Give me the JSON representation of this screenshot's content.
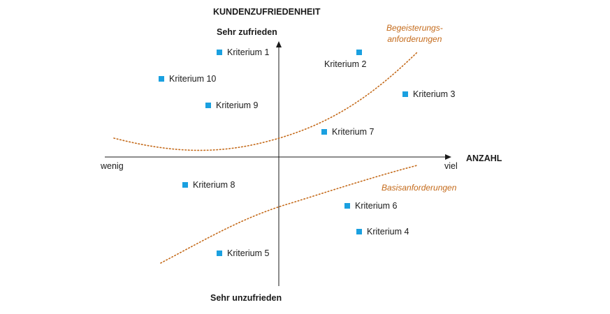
{
  "axis": {
    "y_title": "KUNDENZUFRIEDENHEIT",
    "y_top": "Sehr zufrieden",
    "y_bottom": "Sehr unzufrieden",
    "x_title": "ANZAHL",
    "x_left": "wenig",
    "x_right": "viel"
  },
  "curves": {
    "upper_line1": "Begeisterungs-",
    "upper_line2": "anforderungen",
    "lower": "Basisanforderungen"
  },
  "criteria": [
    {
      "label": "Kriterium 1"
    },
    {
      "label": "Kriterium 2"
    },
    {
      "label": "Kriterium 3"
    },
    {
      "label": "Kriterium 4"
    },
    {
      "label": "Kriterium 5"
    },
    {
      "label": "Kriterium 6"
    },
    {
      "label": "Kriterium 7"
    },
    {
      "label": "Kriterium 8"
    },
    {
      "label": "Kriterium 9"
    },
    {
      "label": "Kriterium 10"
    }
  ],
  "colors": {
    "marker": "#1aa0e0",
    "curve": "#c46a1a",
    "axis": "#1a1a1a"
  }
}
